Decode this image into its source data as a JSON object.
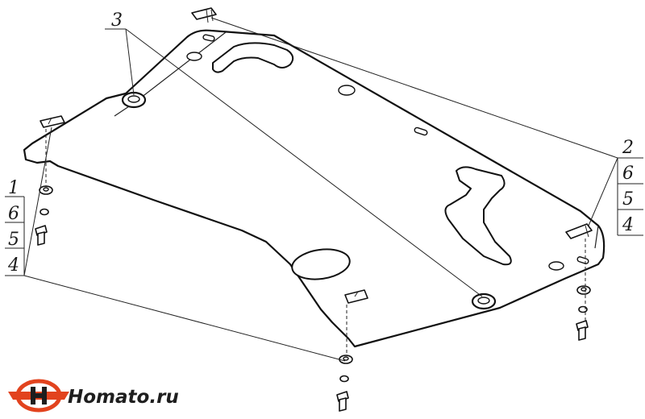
{
  "callouts": {
    "left": [
      "1",
      "6",
      "5",
      "4"
    ],
    "right": [
      "2",
      "6",
      "5",
      "4"
    ],
    "top": "3"
  },
  "logo": {
    "text": "Homato.ru",
    "accent_color": "#e2431e"
  }
}
